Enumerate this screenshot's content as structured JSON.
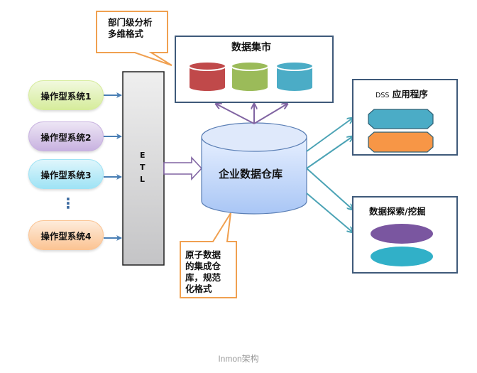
{
  "diagram": {
    "caption": "Inmon架构",
    "sources": [
      {
        "label": "操作型系统1",
        "color": "#d6ec9c"
      },
      {
        "label": "操作型系统2",
        "color": "#c8b2e0"
      },
      {
        "label": "操作型系统3",
        "color": "#9fe3f5"
      },
      {
        "label": "操作型系统4",
        "color": "#fbc493"
      }
    ],
    "ellipsis": "⋮",
    "etl": {
      "letters": [
        "E",
        "T",
        "L"
      ]
    },
    "warehouse": {
      "label": "企业数据仓库"
    },
    "data_mart": {
      "title": "数据集市",
      "cylinders": [
        "#c0494a",
        "#9bbb59",
        "#4bacc6"
      ]
    },
    "dss": {
      "title_prefix": "DSS",
      "title": "应用程序",
      "blocks": [
        "#4bacc6",
        "#f79646"
      ]
    },
    "mining": {
      "title": "数据探索/挖掘",
      "discs": [
        "#7a56a0",
        "#31b0c8"
      ]
    },
    "callouts": {
      "mart_note": [
        "部门级分析",
        "多维格式"
      ],
      "warehouse_note": [
        "原子数据",
        "的集成仓",
        "库，规范",
        "化格式"
      ]
    },
    "colors": {
      "callout_border": "#f0a050",
      "box_border": "#3f5a7a",
      "mart_arrow": "#8064a2",
      "dss_arrow": "#4ba3b5",
      "source_arrow": "#4a7fb5"
    }
  }
}
